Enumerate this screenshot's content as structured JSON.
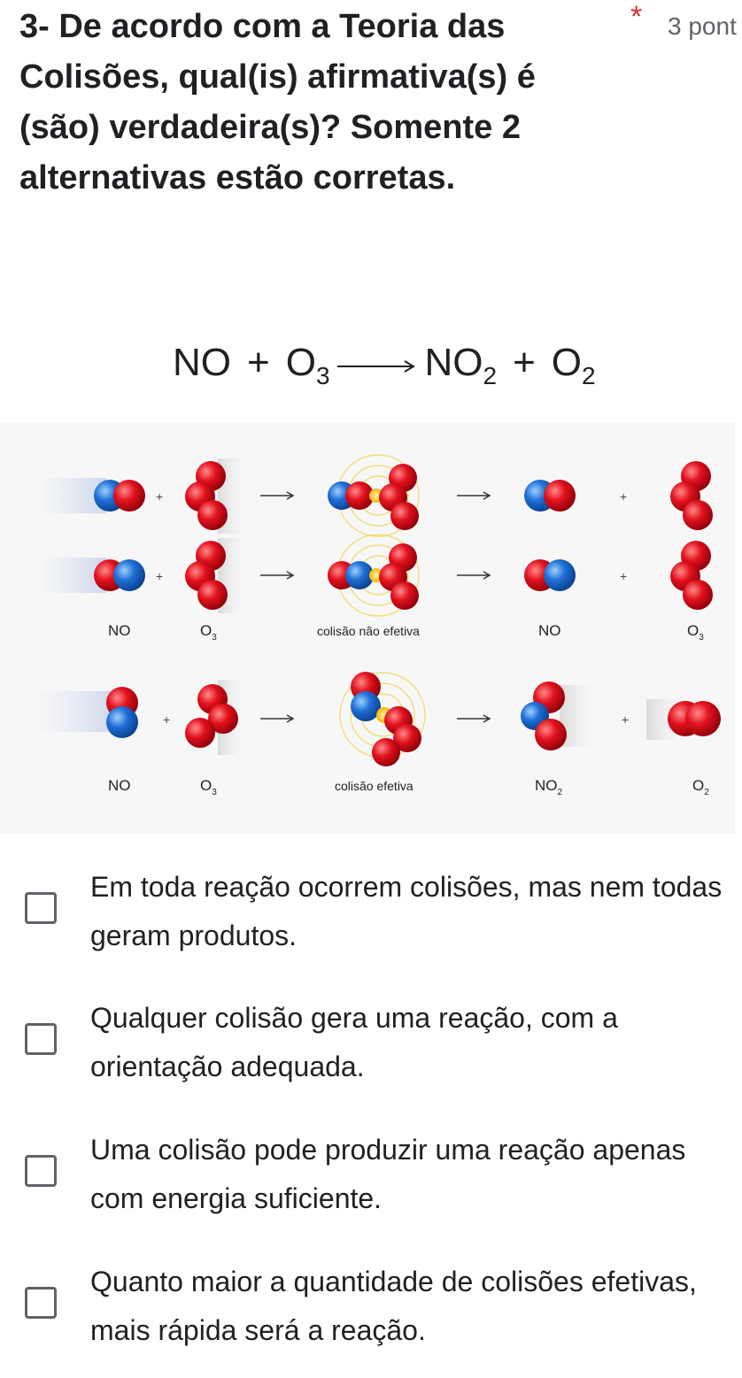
{
  "question": {
    "title": "3- De acordo com a Teoria das Colisões, qual(is) afirmativa(s) é (são) verdadeira(s)? Somente 2 alternativas estão corretas.",
    "required_mark": "*",
    "points": "3 pont"
  },
  "equation": {
    "reactant1": "NO",
    "plus": "+",
    "reactant2": "O",
    "reactant2_sub": "3",
    "product1": "NO",
    "product1_sub": "2",
    "product2": "O",
    "product2_sub": "2"
  },
  "figure": {
    "plus": "+",
    "row1": {
      "label_no": "NO",
      "label_o3": "O",
      "label_o3_sub": "3",
      "caption": "colisão não efetiva",
      "label_no_out": "NO",
      "label_o3_out": "O",
      "label_o3_out_sub": "3"
    },
    "row2": {
      "label_no": "NO",
      "label_o3": "O",
      "label_o3_sub": "3",
      "caption": "colisão efetiva",
      "label_no2": "NO",
      "label_no2_sub": "2",
      "label_o2": "O",
      "label_o2_sub": "2"
    },
    "colors": {
      "oxygen": "#e3121f",
      "nitrogen": "#1f6fd6",
      "glow": "#f4d03f"
    }
  },
  "options": [
    {
      "text": "Em toda reação ocorrem colisões, mas nem todas geram produtos."
    },
    {
      "text": "Qualquer colisão gera uma reação, com a orientação adequada."
    },
    {
      "text": "Uma colisão pode produzir uma reação apenas com energia suficiente."
    },
    {
      "text": "Quanto maior a quantidade de colisões efetivas, mais rápida será a reação."
    }
  ]
}
